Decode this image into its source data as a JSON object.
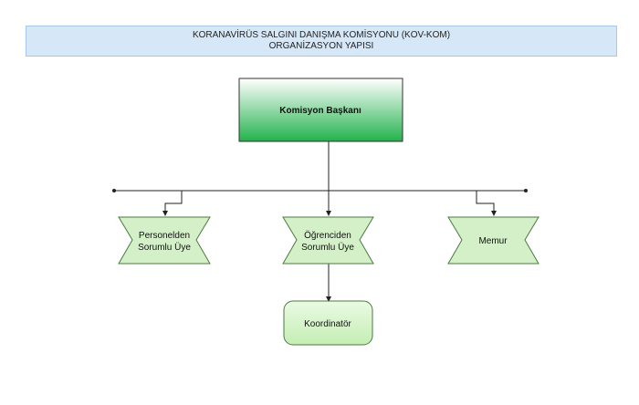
{
  "title": {
    "line1": "KORANAVİRÜS SALGINI DANIŞMA KOMİSYONU (KOV-KOM)",
    "line2": "ORGANİZASYON YAPISI"
  },
  "nodes": {
    "head": "Komisyon Başkanı",
    "staff_line1": "Personelden",
    "staff_line2": "Sorumlu Üye",
    "student_line1": "Öğrenciden",
    "student_line2": "Sorumlu Üye",
    "officer": "Memur",
    "coordinator": "Koordinatör"
  },
  "colors": {
    "banner_bg": "#d6e8f8",
    "head_gradient_top": "#ffffff",
    "head_gradient_bottom": "#22b24c",
    "member_fill": "#d4f0c8",
    "coordinator_fill": "#d2f2c4",
    "line": "#222222"
  }
}
